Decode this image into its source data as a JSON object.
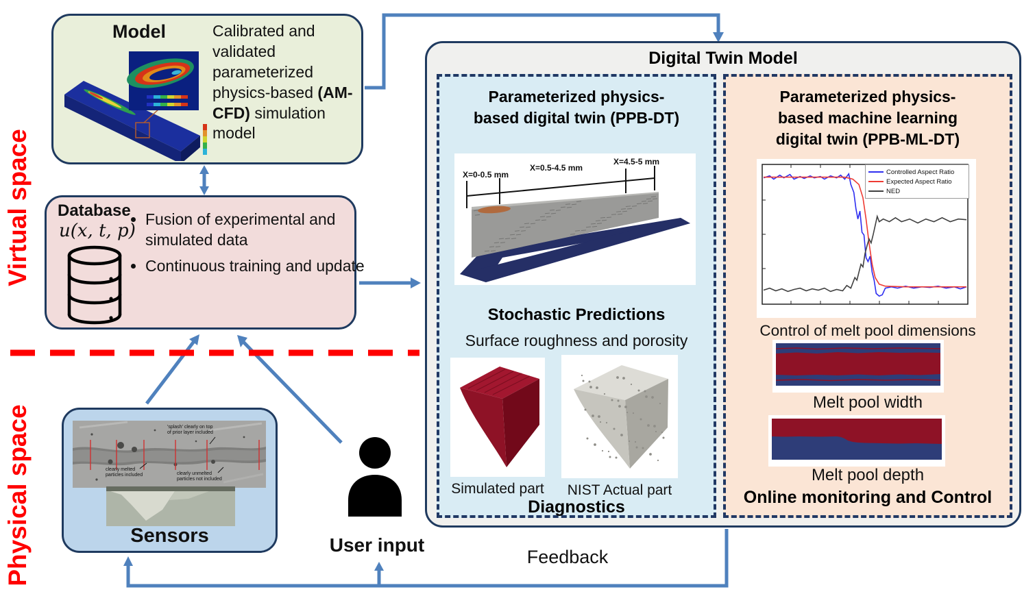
{
  "labels": {
    "virtual_space": "Virtual space",
    "physical_space": "Physical space",
    "user_input": "User input",
    "feedback": "Feedback"
  },
  "model_box": {
    "title": "Model",
    "desc_before": "Calibrated and validated parameterized physics-based ",
    "desc_bold": "(AM-CFD)",
    "desc_after": " simulation model"
  },
  "database_box": {
    "title": "Database",
    "formula": "u(x, t, p)",
    "bullets": [
      "Fusion of experimental and simulated data",
      "Continuous training and update"
    ]
  },
  "sensors_box": {
    "title": "Sensors",
    "annotation_splash": [
      "'splash' clearly on top",
      "of prior layer included"
    ],
    "annotation_melted": [
      "clearly melted",
      "particles included"
    ],
    "annotation_unmelted": [
      "clearly unmelted",
      "particles not included"
    ]
  },
  "digital_twin": {
    "title": "Digital Twin Model",
    "ppb_dt": {
      "title_lines": [
        "Parameterized physics-",
        "based digital twin (PPB-DT)"
      ],
      "wall_labels": [
        "X=0-0.5 mm",
        "X=0.5-4.5 mm",
        "X=4.5-5 mm"
      ],
      "stochastic_title": "Stochastic Predictions",
      "stochastic_subtitle": "Surface roughness and porosity",
      "simulated_label": "Simulated part",
      "nist_label": "NIST Actual part",
      "diagnostics_label": "Diagnostics"
    },
    "ppb_ml_dt": {
      "title_lines": [
        "Parameterized physics-",
        "based machine learning",
        "digital twin (PPB-ML-DT)"
      ],
      "chart_caption": "Control of melt pool dimensions",
      "melt_width_label": "Melt pool width",
      "melt_depth_label": "Melt pool depth",
      "footer": "Online monitoring and Control"
    }
  },
  "chart_data": {
    "type": "line",
    "title": "",
    "xlabel": "",
    "ylabel": "",
    "x_range": [
      0,
      1
    ],
    "y_range": [
      0,
      1
    ],
    "grid": false,
    "legend_position": "top-right",
    "series": [
      {
        "name": "Controlled Aspect Ratio",
        "color": "#2e2ef0",
        "points": [
          [
            0,
            0.93
          ],
          [
            0.03,
            0.945
          ],
          [
            0.05,
            0.92
          ],
          [
            0.08,
            0.95
          ],
          [
            0.1,
            0.93
          ],
          [
            0.13,
            0.955
          ],
          [
            0.15,
            0.92
          ],
          [
            0.18,
            0.94
          ],
          [
            0.2,
            0.925
          ],
          [
            0.23,
            0.945
          ],
          [
            0.25,
            0.93
          ],
          [
            0.28,
            0.94
          ],
          [
            0.3,
            0.92
          ],
          [
            0.33,
            0.945
          ],
          [
            0.36,
            0.93
          ],
          [
            0.38,
            0.95
          ],
          [
            0.4,
            0.92
          ],
          [
            0.42,
            0.96
          ],
          [
            0.43,
            0.88
          ],
          [
            0.445,
            0.82
          ],
          [
            0.455,
            0.7
          ],
          [
            0.465,
            0.62
          ],
          [
            0.475,
            0.68
          ],
          [
            0.485,
            0.52
          ],
          [
            0.495,
            0.5
          ],
          [
            0.505,
            0.33
          ],
          [
            0.515,
            0.3
          ],
          [
            0.525,
            0.34
          ],
          [
            0.535,
            0.22
          ],
          [
            0.545,
            0.16
          ],
          [
            0.555,
            0.06
          ],
          [
            0.57,
            0.04
          ],
          [
            0.585,
            0.05
          ],
          [
            0.6,
            0.1
          ],
          [
            0.63,
            0.11
          ],
          [
            0.66,
            0.1
          ],
          [
            0.7,
            0.115
          ],
          [
            0.74,
            0.1
          ],
          [
            0.78,
            0.11
          ],
          [
            0.82,
            0.105
          ],
          [
            0.86,
            0.115
          ],
          [
            0.9,
            0.1
          ],
          [
            0.94,
            0.11
          ],
          [
            0.97,
            0.095
          ],
          [
            1,
            0.11
          ]
        ]
      },
      {
        "name": "Expected Aspect Ratio",
        "color": "#ee3b33",
        "points": [
          [
            0,
            0.935
          ],
          [
            0.4,
            0.935
          ],
          [
            0.44,
            0.92
          ],
          [
            0.47,
            0.88
          ],
          [
            0.49,
            0.78
          ],
          [
            0.505,
            0.62
          ],
          [
            0.52,
            0.44
          ],
          [
            0.535,
            0.28
          ],
          [
            0.55,
            0.18
          ],
          [
            0.57,
            0.13
          ],
          [
            0.6,
            0.115
          ],
          [
            0.7,
            0.11
          ],
          [
            1,
            0.11
          ]
        ]
      },
      {
        "name": "NED",
        "color": "#404040",
        "points": [
          [
            0,
            0.085
          ],
          [
            0.03,
            0.1
          ],
          [
            0.06,
            0.08
          ],
          [
            0.09,
            0.095
          ],
          [
            0.12,
            0.075
          ],
          [
            0.15,
            0.09
          ],
          [
            0.18,
            0.1
          ],
          [
            0.21,
            0.08
          ],
          [
            0.24,
            0.095
          ],
          [
            0.27,
            0.085
          ],
          [
            0.3,
            0.1
          ],
          [
            0.33,
            0.075
          ],
          [
            0.36,
            0.09
          ],
          [
            0.39,
            0.08
          ],
          [
            0.41,
            0.12
          ],
          [
            0.43,
            0.1
          ],
          [
            0.45,
            0.18
          ],
          [
            0.46,
            0.16
          ],
          [
            0.47,
            0.22
          ],
          [
            0.48,
            0.28
          ],
          [
            0.49,
            0.26
          ],
          [
            0.5,
            0.36
          ],
          [
            0.51,
            0.42
          ],
          [
            0.52,
            0.47
          ],
          [
            0.53,
            0.44
          ],
          [
            0.54,
            0.5
          ],
          [
            0.55,
            0.57
          ],
          [
            0.56,
            0.64
          ],
          [
            0.57,
            0.6
          ],
          [
            0.59,
            0.62
          ],
          [
            0.62,
            0.6
          ],
          [
            0.65,
            0.63
          ],
          [
            0.68,
            0.6
          ],
          [
            0.72,
            0.62
          ],
          [
            0.76,
            0.59
          ],
          [
            0.8,
            0.62
          ],
          [
            0.84,
            0.6
          ],
          [
            0.88,
            0.63
          ],
          [
            0.92,
            0.6
          ],
          [
            0.96,
            0.62
          ],
          [
            1,
            0.615
          ]
        ]
      }
    ]
  },
  "colors": {
    "border_navy": "#1f3a5f",
    "dashed_navy": "#203864",
    "arrow_blue": "#4f81bd",
    "divider_red": "#ff0000",
    "space_label_red": "#ff0000",
    "model_bg": "#e9efda",
    "database_bg": "#f2dcdb",
    "sensors_bg": "#bcd5eb",
    "digital_twin_bg": "#f0f0ee",
    "ppb_dt_bg": "#d9ecf4",
    "ppb_ml_dt_bg": "#fbe5d5",
    "melt_pool_red": "#8e1226",
    "melt_pool_navy": "#2e3d78"
  }
}
